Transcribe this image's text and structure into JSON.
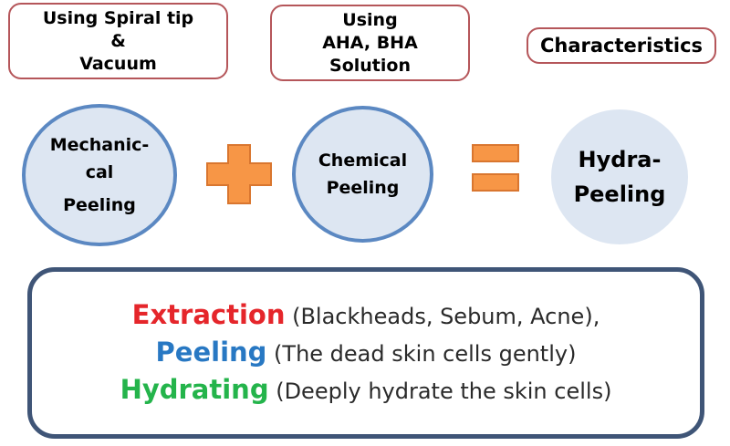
{
  "boxes": {
    "spiral": [
      "Using Spiral tip",
      "&",
      "Vacuum"
    ],
    "aha": [
      "Using",
      "AHA, BHA",
      "Solution"
    ],
    "characteristics": "Characteristics"
  },
  "circles": {
    "mechanical": [
      "Mechanic-",
      "cal",
      "Peeling"
    ],
    "chemical": [
      "Chemical",
      "Peeling"
    ],
    "hydra": [
      "Hydra-",
      "Peeling"
    ]
  },
  "summary": [
    {
      "term": "Extraction",
      "desc": " (Blackheads, Sebum, Acne),"
    },
    {
      "term": "Peeling",
      "desc": " (The dead skin cells gently)"
    },
    {
      "term": "Hydrating",
      "desc": " (Deeply hydrate the skin cells)"
    }
  ],
  "colors": {
    "box_border": "#b5565a",
    "circle_fill": "#dde6f2",
    "circle_border": "#5b88c2",
    "operator": "#f79646",
    "summary_border": "#3f5577",
    "extraction": "#e5262b",
    "peeling": "#2878c3",
    "hydrating": "#24b44b"
  }
}
